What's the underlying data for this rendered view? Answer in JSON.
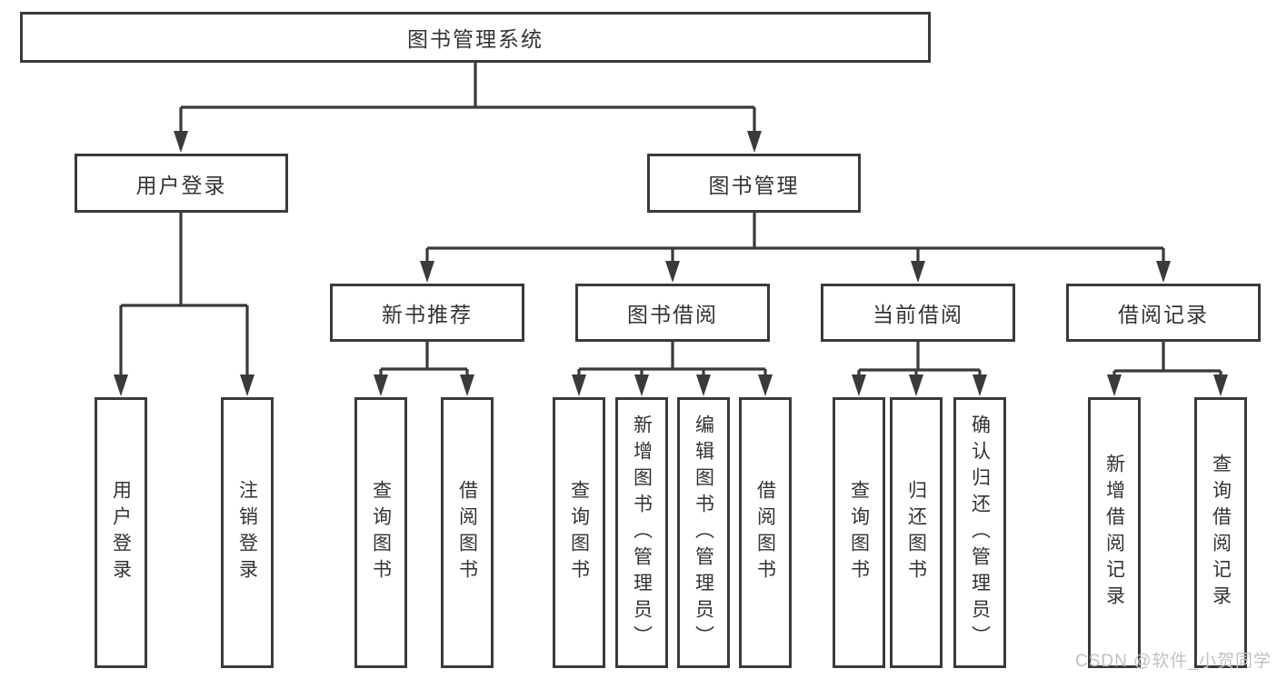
{
  "diagram_title": "图书管理系统",
  "watermark": "CSDN @软件_小贺同学",
  "colors": {
    "line": "#3a3a3a",
    "text": "#333333",
    "background": "#ffffff",
    "watermark": "#c2c2c2"
  },
  "tree": {
    "label": "图书管理系统",
    "children": [
      {
        "label": "用户登录",
        "children": [
          {
            "label": "用户登录"
          },
          {
            "label": "注销登录"
          }
        ]
      },
      {
        "label": "图书管理",
        "children": [
          {
            "label": "新书推荐",
            "children": [
              {
                "label": "查询图书"
              },
              {
                "label": "借阅图书"
              }
            ]
          },
          {
            "label": "图书借阅",
            "children": [
              {
                "label": "查询图书"
              },
              {
                "label": "新增图书（管理员）"
              },
              {
                "label": "编辑图书（管理员）"
              },
              {
                "label": "借阅图书"
              }
            ]
          },
          {
            "label": "当前借阅",
            "children": [
              {
                "label": "查询图书"
              },
              {
                "label": "归还图书"
              },
              {
                "label": "确认归还（管理员）"
              }
            ]
          },
          {
            "label": "借阅记录",
            "children": [
              {
                "label": "新增借阅记录"
              },
              {
                "label": "查询借阅记录"
              }
            ]
          }
        ]
      }
    ]
  }
}
